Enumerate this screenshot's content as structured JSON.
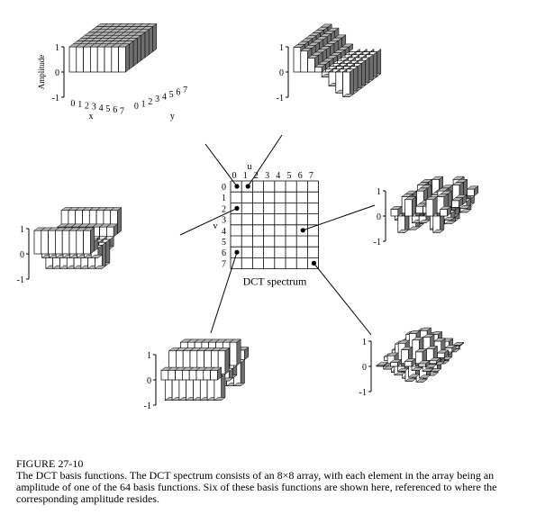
{
  "figure": {
    "label": "FIGURE 27-10",
    "caption": "The DCT basis functions.  The DCT spectrum consists of an 8×8 array, with each element in the array being an amplitude of one of the 64 basis functions.  Six of these basis functions are shown here, referenced to where the corresponding amplitude resides."
  },
  "spectrum": {
    "title": "DCT spectrum",
    "u_label": "u",
    "v_label": "v",
    "u_ticks": [
      "0",
      "1",
      "2",
      "3",
      "4",
      "5",
      "6",
      "7"
    ],
    "v_ticks": [
      "0",
      "1",
      "2",
      "3",
      "4",
      "5",
      "6",
      "7"
    ],
    "markers": [
      {
        "u": 0,
        "v": 0
      },
      {
        "u": 1,
        "v": 0
      },
      {
        "u": 0,
        "v": 2
      },
      {
        "u": 0,
        "v": 6
      },
      {
        "u": 6,
        "v": 4
      },
      {
        "u": 7,
        "v": 7
      }
    ]
  },
  "basis_plots": [
    {
      "id": "u0v0",
      "u": 0,
      "v": 0,
      "z_ticks": [
        "1",
        "0",
        "-1"
      ],
      "z_axis_label": "Amplitude",
      "x_axis_label": "x",
      "y_axis_label": "y",
      "x_ticks": [
        "0",
        "1",
        "2",
        "3",
        "4",
        "5",
        "6",
        "7"
      ],
      "y_ticks": [
        "0",
        "1",
        "2",
        "3",
        "4",
        "5",
        "6",
        "7"
      ]
    },
    {
      "id": "u1v0",
      "u": 1,
      "v": 0,
      "z_ticks": [
        "1",
        "0",
        "-1"
      ]
    },
    {
      "id": "u0v2",
      "u": 0,
      "v": 2,
      "z_ticks": [
        "1",
        "0",
        "-1"
      ]
    },
    {
      "id": "u6v4",
      "u": 6,
      "v": 4,
      "z_ticks": [
        "1",
        "0",
        "-1"
      ]
    },
    {
      "id": "u0v6",
      "u": 0,
      "v": 6,
      "z_ticks": [
        "1",
        "0",
        "-1"
      ]
    },
    {
      "id": "u7v7",
      "u": 7,
      "v": 7,
      "z_ticks": [
        "1",
        "0",
        "-1"
      ]
    }
  ]
}
